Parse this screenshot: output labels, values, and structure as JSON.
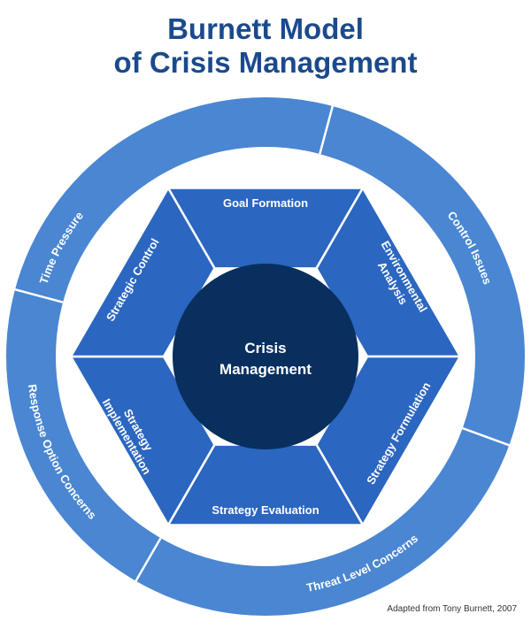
{
  "title": {
    "line1": "Burnett Model",
    "line2": "of Crisis Management"
  },
  "center": {
    "line1": "Crisis",
    "line2": "Management"
  },
  "inner_ring": [
    {
      "lines": [
        "Goal Formation"
      ]
    },
    {
      "lines": [
        "Environmental",
        "Analysis"
      ]
    },
    {
      "lines": [
        "Strategy Formulation"
      ]
    },
    {
      "lines": [
        "Strategy Evaluation"
      ]
    },
    {
      "lines": [
        "Strategy",
        "Implementation"
      ]
    },
    {
      "lines": [
        "Strategic Control"
      ]
    }
  ],
  "outer_ring": [
    {
      "label": "Time Pressure"
    },
    {
      "label": "Control Issues"
    },
    {
      "label": "Threat Level Concerns"
    },
    {
      "label": "Response Option Concerns"
    }
  ],
  "credit": "Adapted from Tony Burnett, 2007",
  "colors": {
    "title": "#1b4a8c",
    "outer_ring": "#4a86d2",
    "inner_ring": "#2b66c0",
    "center": "#082f5e",
    "separator": "#ffffff"
  }
}
